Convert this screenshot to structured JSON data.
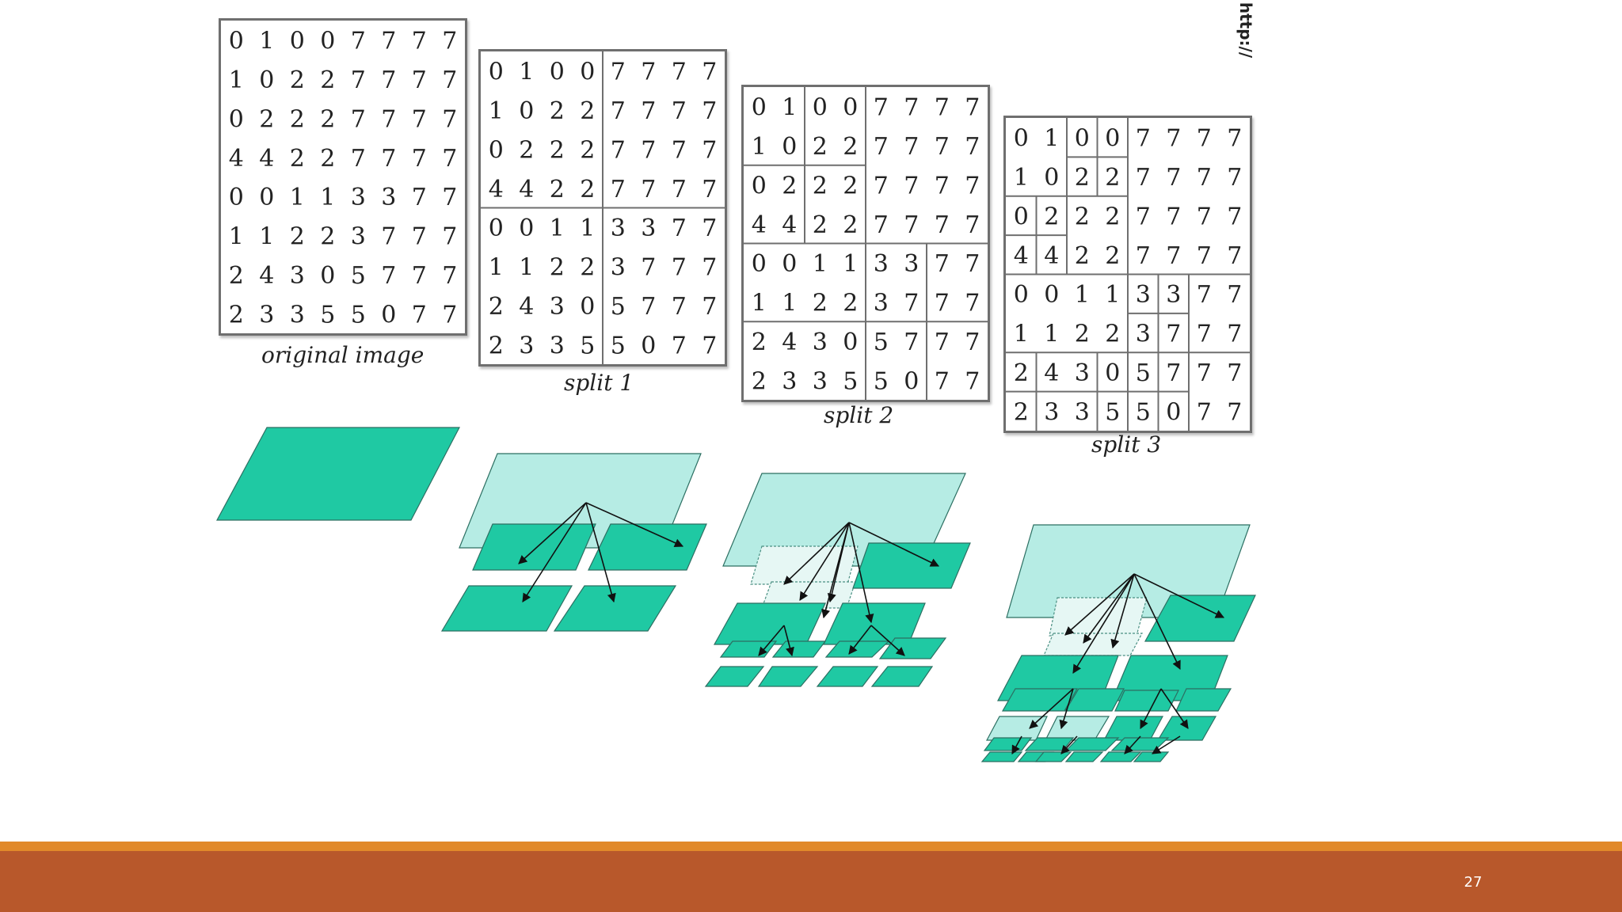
{
  "slide": {
    "number": "27",
    "url_fragment": "http://"
  },
  "matrix": [
    [
      "0",
      "1",
      "0",
      "0",
      "7",
      "7",
      "7",
      "7"
    ],
    [
      "1",
      "0",
      "2",
      "2",
      "7",
      "7",
      "7",
      "7"
    ],
    [
      "0",
      "2",
      "2",
      "2",
      "7",
      "7",
      "7",
      "7"
    ],
    [
      "4",
      "4",
      "2",
      "2",
      "7",
      "7",
      "7",
      "7"
    ],
    [
      "0",
      "0",
      "1",
      "1",
      "3",
      "3",
      "7",
      "7"
    ],
    [
      "1",
      "1",
      "2",
      "2",
      "3",
      "7",
      "7",
      "7"
    ],
    [
      "2",
      "4",
      "3",
      "0",
      "5",
      "7",
      "7",
      "7"
    ],
    [
      "2",
      "3",
      "3",
      "5",
      "5",
      "0",
      "7",
      "7"
    ]
  ],
  "panels": [
    {
      "id": "original",
      "caption": "original image"
    },
    {
      "id": "split1",
      "caption": "split 1"
    },
    {
      "id": "split2",
      "caption": "split 2"
    },
    {
      "id": "split3",
      "caption": "split 3"
    }
  ],
  "colors": {
    "tile_dark": "#1fc9a3",
    "tile_light": "#a9e9df",
    "tile_faint": "#e6f7f4",
    "footer_bar": "#b8582b",
    "footer_stripe": "#e1892a"
  }
}
